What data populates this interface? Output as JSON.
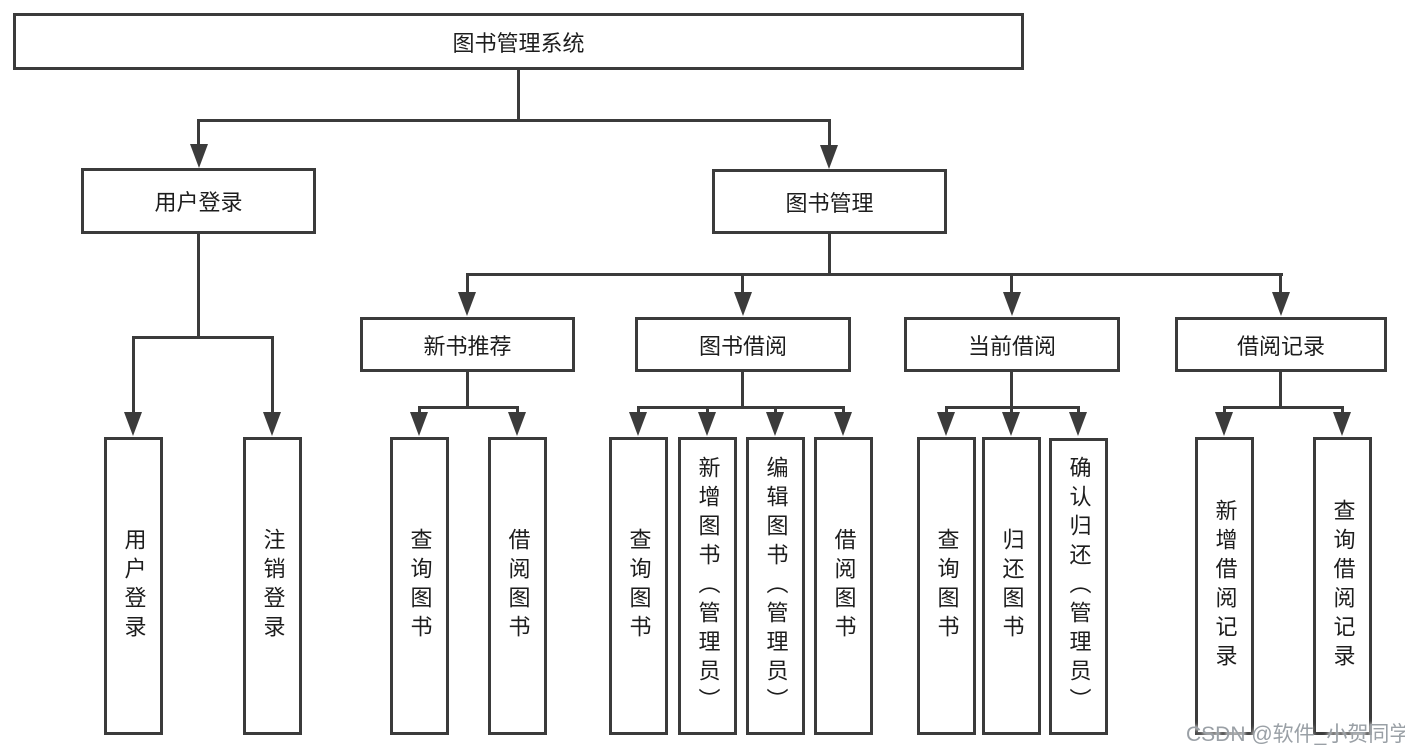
{
  "diagram": {
    "root": {
      "label": "图书管理系统"
    },
    "branches": [
      {
        "label": "用户登录",
        "children": [
          {
            "label": "用户登录"
          },
          {
            "label": "注销登录"
          }
        ]
      },
      {
        "label": "图书管理",
        "children": [
          {
            "label": "新书推荐",
            "children": [
              {
                "label": "查询图书"
              },
              {
                "label": "借阅图书"
              }
            ]
          },
          {
            "label": "图书借阅",
            "children": [
              {
                "label": "查询图书"
              },
              {
                "label": "新增图书（管理员）"
              },
              {
                "label": "编辑图书（管理员）"
              },
              {
                "label": "借阅图书"
              }
            ]
          },
          {
            "label": "当前借阅",
            "children": [
              {
                "label": "查询图书"
              },
              {
                "label": "归还图书"
              },
              {
                "label": "确认归还（管理员）"
              }
            ]
          },
          {
            "label": "借阅记录",
            "children": [
              {
                "label": "新增借阅记录"
              },
              {
                "label": "查询借阅记录"
              }
            ]
          }
        ]
      }
    ]
  },
  "watermark": {
    "text": "CSDN @软件_小贺同学"
  },
  "colors": {
    "line": "#3b3b3b",
    "text": "#1d1d1d",
    "watermark": "#9aa0a6",
    "background": "#ffffff"
  }
}
